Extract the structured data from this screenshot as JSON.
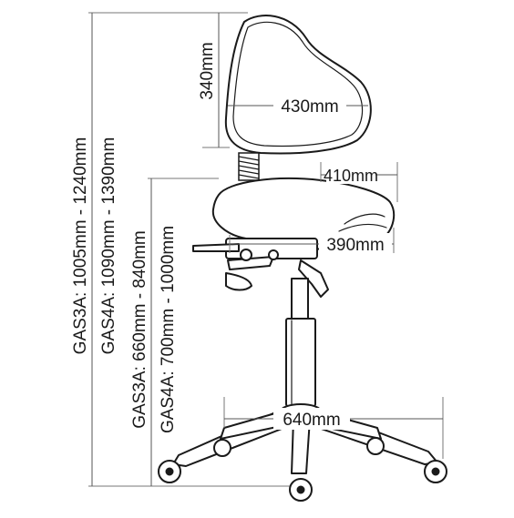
{
  "diagram": {
    "backrest_height": "340mm",
    "backrest_width": "430mm",
    "seat_depth": "410mm",
    "seat_width": "390mm",
    "base_diameter": "640mm",
    "overall_height_gas3a": "GAS3A: 1005mm - 1240mm",
    "overall_height_gas4a": "GAS4A: 1090mm - 1390mm",
    "seat_height_gas3a": "GAS3A: 660mm - 840mm",
    "seat_height_gas4a": "GAS4A: 700mm - 1000mm"
  },
  "colors": {
    "line": "#1a1a1a",
    "dimension": "#555555",
    "background": "#ffffff"
  }
}
